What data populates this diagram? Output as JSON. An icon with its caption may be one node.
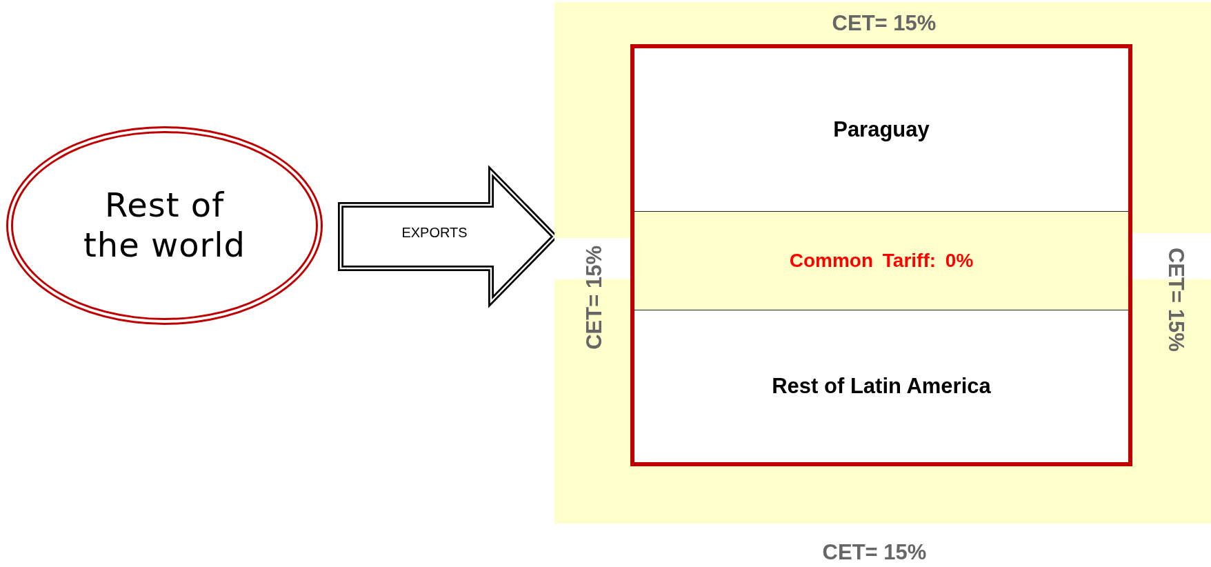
{
  "diagram": {
    "nodes": [
      {
        "text": [
          "Rest of the world"
        ]
      },
      {
        "text": [],
        "shape": "box"
      },
      {
        "text": [],
        "shape": "box",
        "in": 1
      },
      {
        "text": [
          "Paraguay"
        ],
        "in": 2
      },
      {
        "text": [
          "Common Tariff: 0%"
        ],
        "in": 2
      },
      {
        "text": [
          "Rest of Latin America"
        ],
        "in": 2
      }
    ],
    "edges": [
      {
        "from": 0,
        "to": 1,
        "arrow": "to",
        "label": "EXPORTS",
        "style": "thick"
      }
    ],
    "labels": [
      "CET= 15%",
      "CET= 15%",
      "CET= 15%",
      "CET= 15%"
    ]
  }
}
